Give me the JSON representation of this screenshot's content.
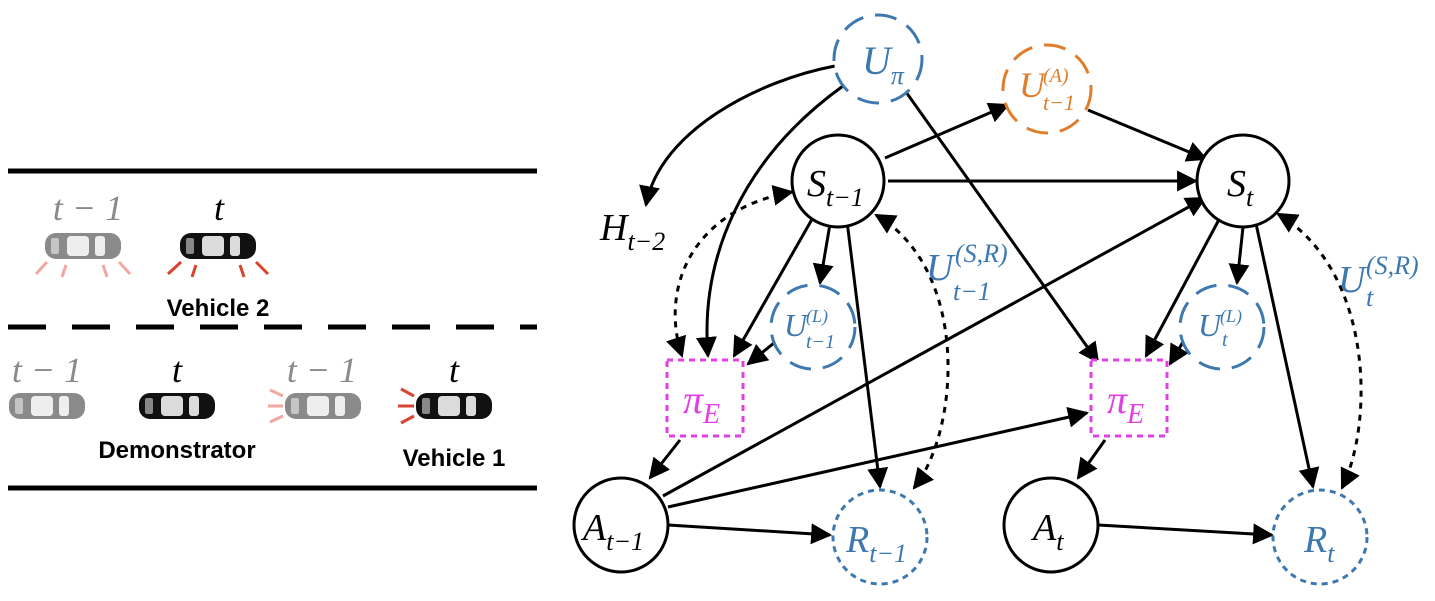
{
  "colors": {
    "black": "#000000",
    "blue": "#3d78b0",
    "orange": "#e07d2b",
    "magenta": "#e040e6",
    "gray": "#8a8a8a",
    "light_red": "#f2a7a0",
    "red": "#d9442e"
  },
  "road_scene": {
    "vehicle2_prev_time": "t − 1",
    "vehicle2_time": "t",
    "vehicle2_label": "Vehicle 2",
    "demo_prev_time": "t − 1",
    "demo_time": "t",
    "demo_label": "Demonstrator",
    "vehicle1_prev_time": "t − 1",
    "vehicle1_time": "t",
    "vehicle1_label": "Vehicle 1"
  },
  "graph": {
    "u_pi": {
      "main": "U",
      "sub": "π"
    },
    "u_a": {
      "main": "U",
      "sup": "(A)",
      "sub": "t−1"
    },
    "s_prev": {
      "main": "S",
      "sub": "t−1"
    },
    "s_t": {
      "main": "S",
      "sub": "t"
    },
    "h": {
      "main": "H",
      "sub": "t−2"
    },
    "u_sr_prev": {
      "main": "U",
      "sup": "(S,R)",
      "sub": "t−1"
    },
    "u_sr_t": {
      "main": "U",
      "sup": "(S,R)",
      "sub": "t"
    },
    "u_l_prev": {
      "main": "U",
      "sup": "(L)",
      "sub": "t−1"
    },
    "u_l_t": {
      "main": "U",
      "sup": "(L)",
      "sub": "t"
    },
    "pi_e_prev": {
      "main": "π",
      "sub": "E"
    },
    "pi_e_t": {
      "main": "π",
      "sub": "E"
    },
    "a_prev": {
      "main": "A",
      "sub": "t−1"
    },
    "a_t": {
      "main": "A",
      "sub": "t"
    },
    "r_prev": {
      "main": "R",
      "sub": "t−1"
    },
    "r_t": {
      "main": "R",
      "sub": "t"
    }
  }
}
